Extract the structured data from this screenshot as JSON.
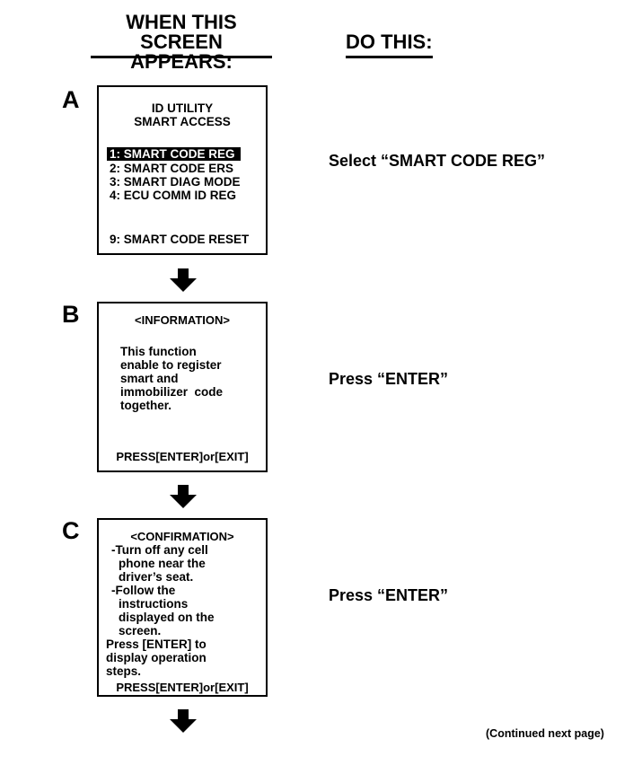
{
  "header": {
    "left_line1": "WHEN THIS",
    "left_line2": "SCREEN APPEARS:",
    "right": "DO THIS:"
  },
  "steps": [
    {
      "letter": "A",
      "screen": {
        "title1": "ID UTILITY",
        "title2": "SMART ACCESS",
        "items": [
          "1: SMART CODE REG",
          "2: SMART CODE ERS",
          "3: SMART DIAG MODE",
          "4: ECU COMM ID REG"
        ],
        "selected_index": 0,
        "reset_item": "9: SMART CODE RESET"
      },
      "action": "Select “SMART CODE REG”"
    },
    {
      "letter": "B",
      "screen": {
        "title": "<INFORMATION>",
        "body": [
          "This function",
          "enable to register",
          "smart and",
          "immobilizer  code",
          "together."
        ],
        "footer": "PRESS[ENTER]or[EXIT]"
      },
      "action": "Press “ENTER”"
    },
    {
      "letter": "C",
      "screen": {
        "title": "<CONFIRMATION>",
        "body": [
          "-Turn off any cell",
          "phone near the",
          "driver’s seat.",
          "-Follow the",
          "instructions",
          "displayed on the",
          "screen.",
          "Press [ENTER] to",
          "display operation",
          "steps."
        ],
        "footer": "PRESS[ENTER]or[EXIT]"
      },
      "action": "Press “ENTER”"
    }
  ],
  "continued_note": "(Continued next page)",
  "icons": [
    "down-arrow-icon"
  ]
}
